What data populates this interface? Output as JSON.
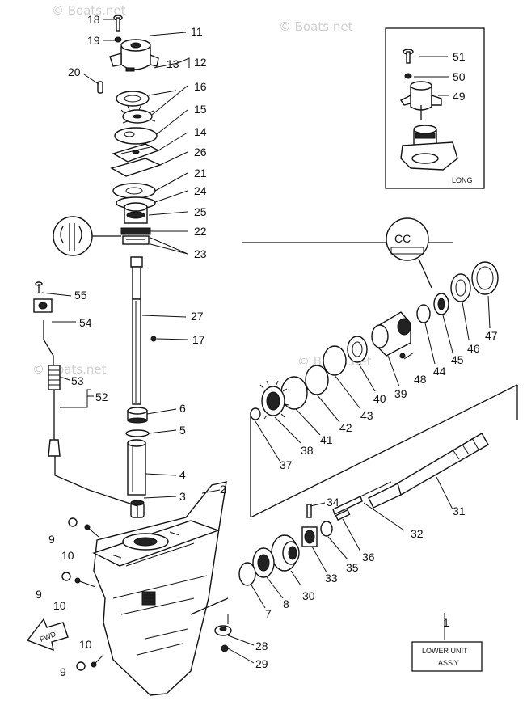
{
  "watermarks": [
    "© Boats.net",
    "© Boats.net",
    "© Boats.net",
    "© Boats.net"
  ],
  "inset": {
    "label": "LONG"
  },
  "assembly_box": {
    "line1": "LOWER UNIT",
    "line2": "ASS'Y"
  },
  "fwd_label": "FWD",
  "insert_labels": {
    "seal": "CC"
  },
  "callouts": {
    "c1": "1",
    "c2": "2",
    "c3": "3",
    "c4": "4",
    "c5": "5",
    "c6": "6",
    "c7": "7",
    "c8": "8",
    "c9a": "9",
    "c9b": "9",
    "c9c": "9",
    "c10a": "10",
    "c10b": "10",
    "c10c": "10",
    "c11": "11",
    "c12": "12",
    "c13": "13",
    "c14": "14",
    "c15": "15",
    "c16": "16",
    "c17": "17",
    "c18": "18",
    "c19": "19",
    "c20": "20",
    "c21": "21",
    "c22": "22",
    "c23": "23",
    "c24": "24",
    "c25": "25",
    "c26": "26",
    "c27": "27",
    "c28": "28",
    "c29": "29",
    "c30": "30",
    "c31": "31",
    "c32": "32",
    "c33": "33",
    "c34": "34",
    "c35": "35",
    "c36": "36",
    "c37": "37",
    "c38": "38",
    "c39": "39",
    "c40": "40",
    "c41": "41",
    "c42": "42",
    "c43": "43",
    "c44": "44",
    "c45": "45",
    "c46": "46",
    "c47": "47",
    "c48": "48",
    "c49": "49",
    "c50": "50",
    "c51": "51",
    "c52": "52",
    "c53": "53",
    "c54": "54",
    "c55": "55"
  }
}
